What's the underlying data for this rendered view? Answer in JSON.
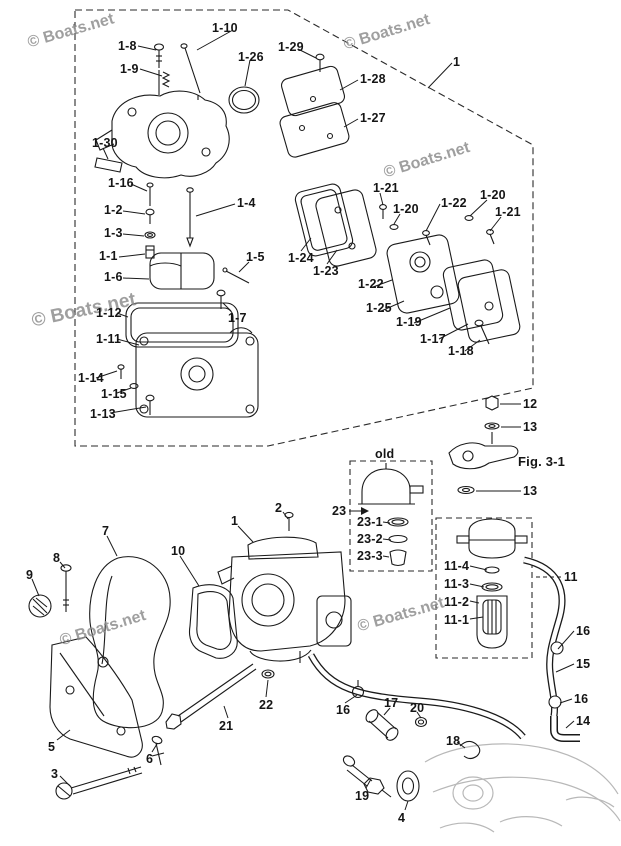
{
  "document": {
    "watermark": "© Boats.net"
  },
  "colors": {
    "ink": "#1a1a1a",
    "watermark": "#8f8f8f",
    "engine_outline": "#b8b8b8"
  },
  "annotations": {
    "old_tag": "old",
    "fig_ref": "Fig. 3-1"
  },
  "labels": {
    "p1_top": "1",
    "p1_8": "1-8",
    "p1_9": "1-9",
    "p1_10": "1-10",
    "p1_26": "1-26",
    "p1_29": "1-29",
    "p1_28": "1-28",
    "p1_27": "1-27",
    "p1_30": "1-30",
    "p1_16": "1-16",
    "p1_2": "1-2",
    "p1_4": "1-4",
    "p1_3": "1-3",
    "p1_1": "1-1",
    "p1_5": "1-5",
    "p1_6": "1-6",
    "p1_24": "1-24",
    "p1_23": "1-23",
    "p1_21_a": "1-21",
    "p1_20_a": "1-20",
    "p1_22_a": "1-22",
    "p1_20_b": "1-20",
    "p1_21_b": "1-21",
    "p1_22_b": "1-22",
    "p1_25": "1-25",
    "p1_19": "1-19",
    "p1_12": "1-12",
    "p1_7": "1-7",
    "p1_11": "1-11",
    "p1_17": "1-17",
    "p1_18": "1-18",
    "p1_14": "1-14",
    "p1_15": "1-15",
    "p1_13": "1-13",
    "p12": "12",
    "p13_a": "13",
    "p13_b": "13",
    "p23": "23",
    "p23_1": "23-1",
    "p23_2": "23-2",
    "p23_3": "23-3",
    "p11_4": "11-4",
    "p11_3": "11-3",
    "p11_2": "11-2",
    "p11_1": "11-1",
    "p11": "11",
    "p7": "7",
    "p10": "10",
    "p8": "8",
    "p9": "9",
    "p5": "5",
    "p6": "6",
    "p3": "3",
    "p1_mid": "1",
    "p2": "2",
    "p22": "22",
    "p21": "21",
    "p16_a": "16",
    "p17": "17",
    "p20": "20",
    "p18": "18",
    "p19": "19",
    "p4": "4",
    "p16_b": "16",
    "p15": "15",
    "p16_c": "16",
    "p14": "14"
  }
}
